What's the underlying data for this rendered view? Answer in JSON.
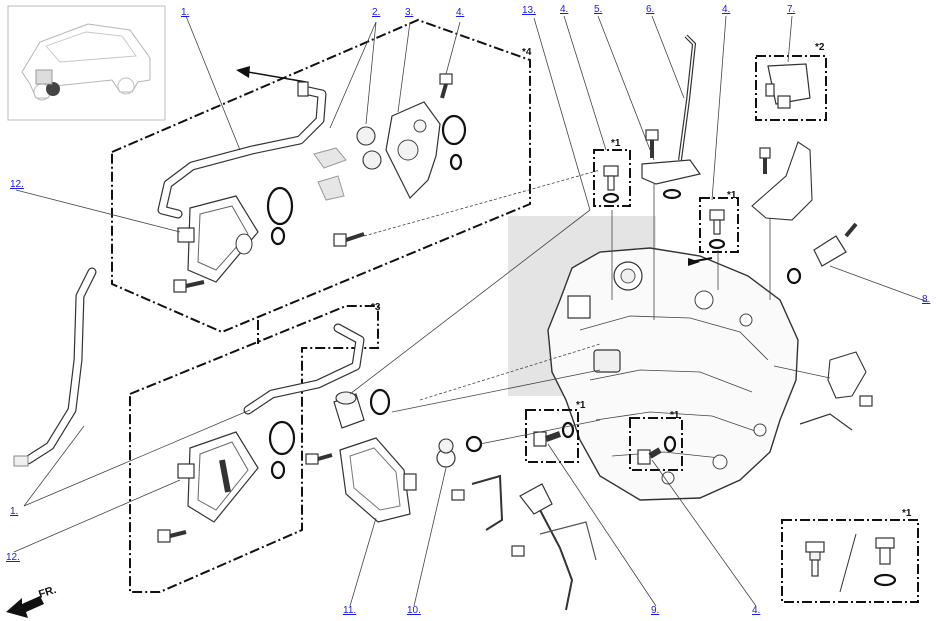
{
  "labels": {
    "l1_top": "1.",
    "l2": "2.",
    "l3": "3.",
    "l4_a": "4.",
    "l13": "13.",
    "l4_b": "4.",
    "l5": "5.",
    "l6": "6.",
    "l4_c": "4.",
    "l7": "7.",
    "l12_top": "12.",
    "l8": "8.",
    "l1_bottom": "1.",
    "l12_bottom": "12.",
    "l11": "11.",
    "l10": "10.",
    "l9": "9.",
    "l4_d": "4."
  },
  "notes": {
    "n4": "*4",
    "n2": "*2",
    "n1_a": "*1",
    "n1_b": "*1",
    "n3": "*3",
    "n1_c": "*1",
    "n1_d": "*1",
    "n1_e": "*1"
  },
  "direction": {
    "front": "FR."
  }
}
